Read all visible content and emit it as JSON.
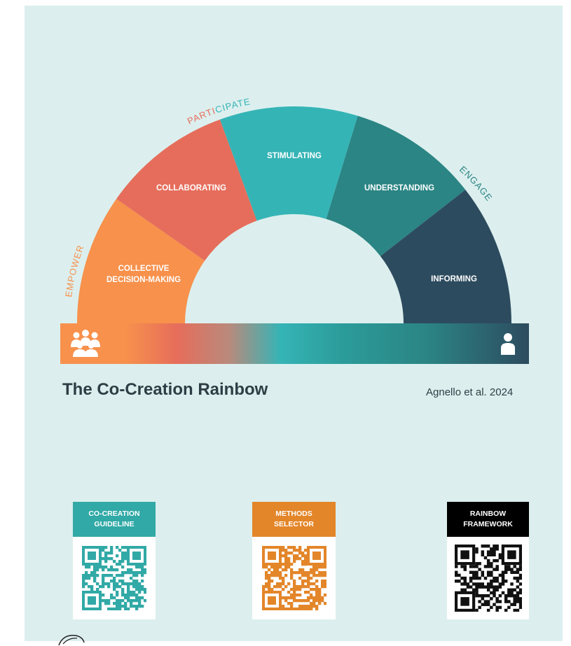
{
  "diagram": {
    "arc_labels": {
      "empower": "EMPOWER",
      "participate_part1": "PARTI",
      "participate_part2": "CIPATE",
      "engage": "ENGAGE"
    },
    "segments": [
      {
        "label_lines": [
          "COLLECTIVE",
          "DECISION-MAKING"
        ],
        "color": "#f7914c"
      },
      {
        "label_lines": [
          "COLLABORATING"
        ],
        "color": "#e66d5b"
      },
      {
        "label_lines": [
          "STIMULATING"
        ],
        "color": "#35b4b6"
      },
      {
        "label_lines": [
          "UNDERSTANDING"
        ],
        "color": "#2b8584"
      },
      {
        "label_lines": [
          "INFORMING"
        ],
        "color": "#2d4b5f"
      }
    ],
    "colors": {
      "empower": "#f7914c",
      "participate_a": "#e66d5b",
      "participate_b": "#35b4b6",
      "engage": "#2b8584",
      "bar_left": "#f7914c",
      "bar_right": "#2d4b5f"
    },
    "icons": {
      "left": "group-of-people-icon",
      "right": "single-person-icon"
    }
  },
  "footer": {
    "title": "The Co-Creation Rainbow",
    "credit": "Agnello et al. 2024"
  },
  "qr_cards": [
    {
      "label_line1": "CO-CREATION",
      "label_line2": "GUIDELINE",
      "color": "#31a9a6"
    },
    {
      "label_line1": "METHODS",
      "label_line2": "SELECTOR",
      "color": "#e3862a"
    },
    {
      "label_line1": "RAINBOW",
      "label_line2": "FRAMEWORK",
      "color": "#000000"
    }
  ]
}
